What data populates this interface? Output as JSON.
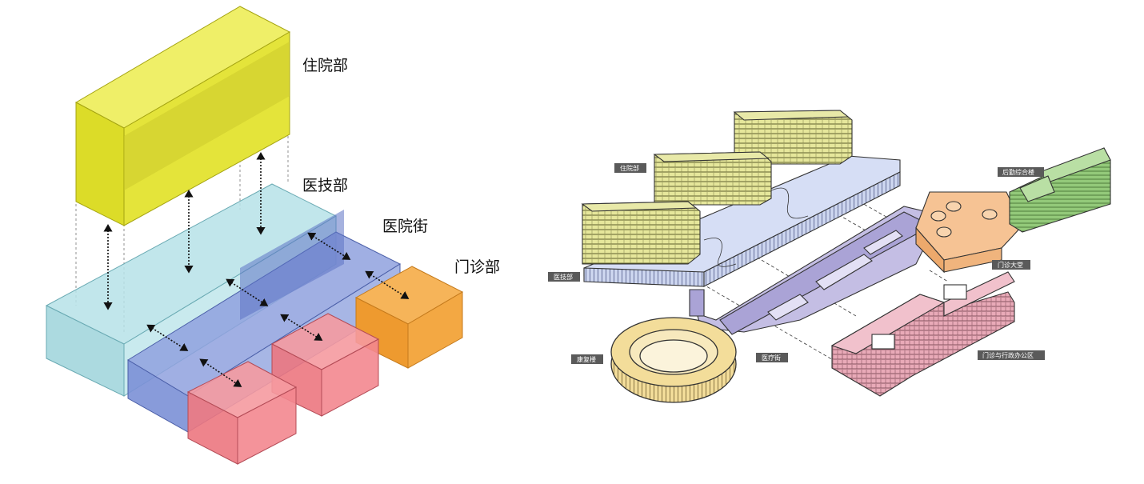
{
  "left_diagram": {
    "labels": {
      "inpatient": "住院部",
      "medtech": "医技部",
      "street": "医院街",
      "outpatient": "门诊部"
    }
  },
  "right_diagram": {
    "tags": {
      "inpatient": "住院部",
      "medtech": "医技部",
      "rehab": "康复楼",
      "street": "医疗街",
      "hall": "门诊大堂",
      "admin": "门诊与行政办公区",
      "complex": "后勤综合楼"
    }
  },
  "colors": {
    "inpatient": "#e3e23a",
    "medtech": "#a9dde3",
    "street": "#6f86cf",
    "outpatient": "#f2a43a",
    "clinic": "#f07a82",
    "rehab": "#f3dd9a",
    "hall": "#f5c08e",
    "admin": "#e9aab8",
    "complex": "#93c97a",
    "street_model": "#b9b4dd",
    "tag_bg": "#5a5a5a"
  }
}
